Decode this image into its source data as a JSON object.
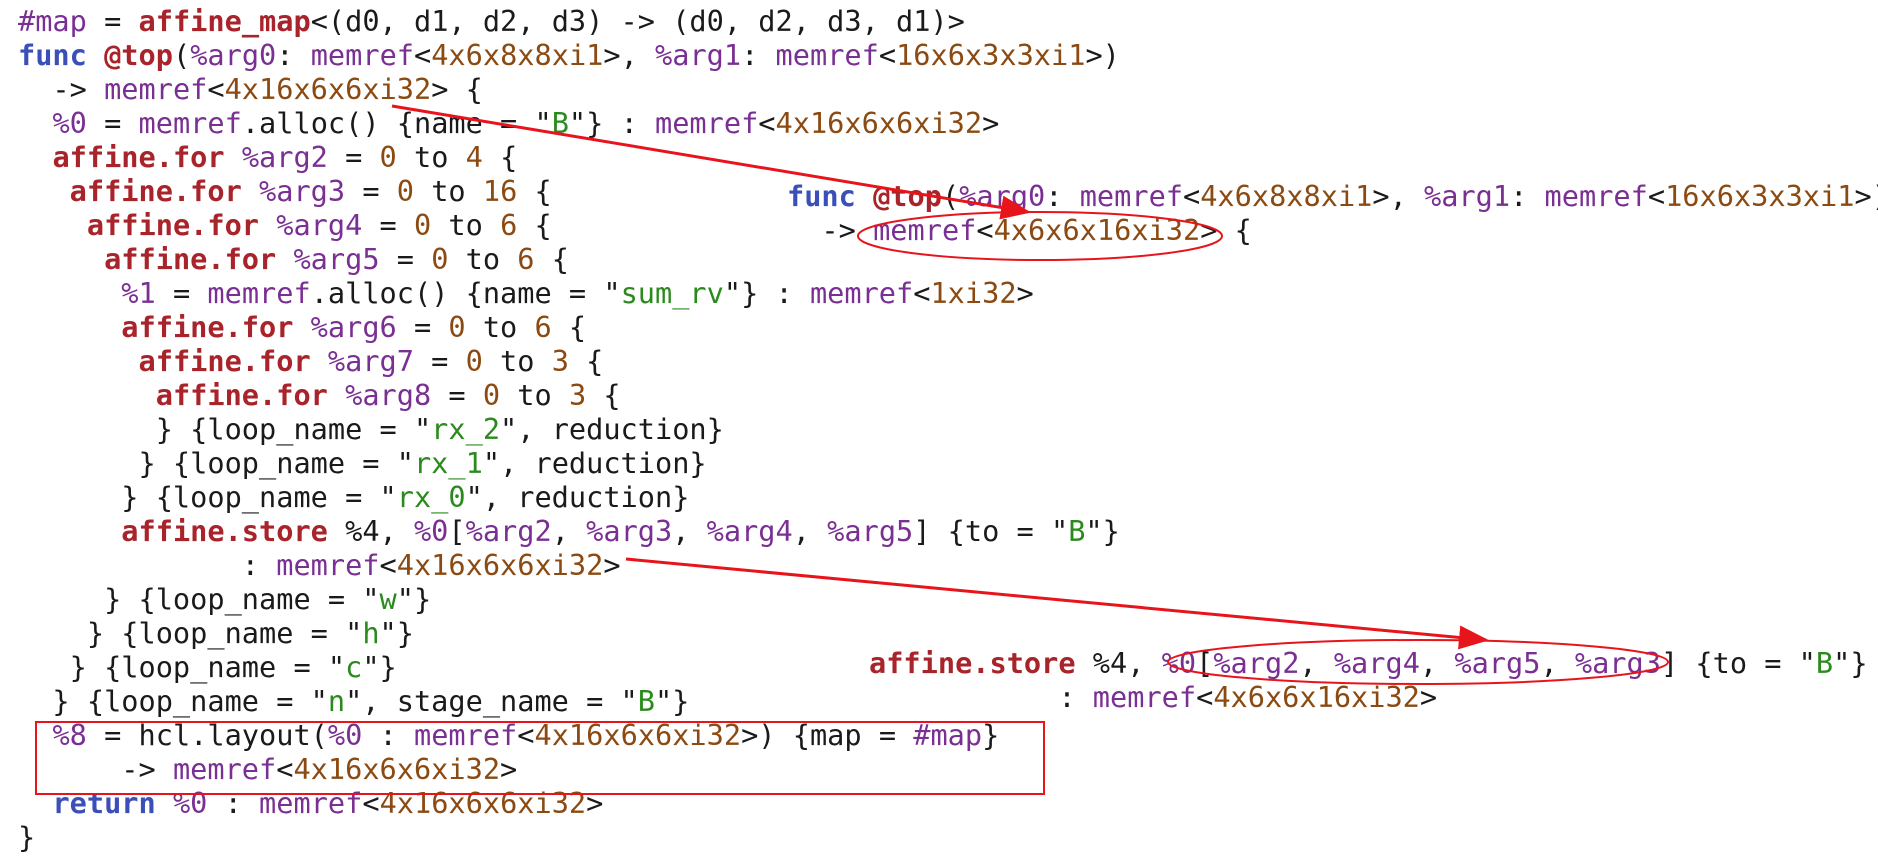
{
  "left_code": [
    [
      [
        "var",
        "#map"
      ],
      [
        "plain",
        " = "
      ],
      [
        "kw",
        "affine_map"
      ],
      [
        "plain",
        "<(d0, d1, d2, d3) -> (d0, d2, d3, d1)>"
      ]
    ],
    [
      [
        "fn",
        "func"
      ],
      [
        "plain",
        " "
      ],
      [
        "kw",
        "@top"
      ],
      [
        "plain",
        "("
      ],
      [
        "var",
        "%arg0"
      ],
      [
        "plain",
        ": "
      ],
      [
        "type",
        "memref"
      ],
      [
        "plain",
        "<"
      ],
      [
        "num",
        "4x6x8x8xi1"
      ],
      [
        "plain",
        ">, "
      ],
      [
        "var",
        "%arg1"
      ],
      [
        "plain",
        ": "
      ],
      [
        "type",
        "memref"
      ],
      [
        "plain",
        "<"
      ],
      [
        "num",
        "16x6x3x3xi1"
      ],
      [
        "plain",
        ">)"
      ]
    ],
    [
      [
        "plain",
        "  -> "
      ],
      [
        "type",
        "memref"
      ],
      [
        "plain",
        "<"
      ],
      [
        "num",
        "4x16x6x6xi32"
      ],
      [
        "plain",
        "> {"
      ]
    ],
    [
      [
        "plain",
        "  "
      ],
      [
        "var",
        "%0"
      ],
      [
        "plain",
        " = "
      ],
      [
        "type",
        "memref"
      ],
      [
        "plain",
        ".alloc() {name = \""
      ],
      [
        "str",
        "B"
      ],
      [
        "plain",
        "\"} : "
      ],
      [
        "type",
        "memref"
      ],
      [
        "plain",
        "<"
      ],
      [
        "num",
        "4x16x6x6xi32"
      ],
      [
        "plain",
        ">"
      ]
    ],
    [
      [
        "plain",
        "  "
      ],
      [
        "kw",
        "affine.for"
      ],
      [
        "plain",
        " "
      ],
      [
        "var",
        "%arg2"
      ],
      [
        "plain",
        " = "
      ],
      [
        "num",
        "0"
      ],
      [
        "plain",
        " to "
      ],
      [
        "num",
        "4"
      ],
      [
        "plain",
        " {"
      ]
    ],
    [
      [
        "plain",
        "   "
      ],
      [
        "kw",
        "affine.for"
      ],
      [
        "plain",
        " "
      ],
      [
        "var",
        "%arg3"
      ],
      [
        "plain",
        " = "
      ],
      [
        "num",
        "0"
      ],
      [
        "plain",
        " to "
      ],
      [
        "num",
        "16"
      ],
      [
        "plain",
        " {"
      ]
    ],
    [
      [
        "plain",
        "    "
      ],
      [
        "kw",
        "affine.for"
      ],
      [
        "plain",
        " "
      ],
      [
        "var",
        "%arg4"
      ],
      [
        "plain",
        " = "
      ],
      [
        "num",
        "0"
      ],
      [
        "plain",
        " to "
      ],
      [
        "num",
        "6"
      ],
      [
        "plain",
        " {"
      ]
    ],
    [
      [
        "plain",
        "     "
      ],
      [
        "kw",
        "affine.for"
      ],
      [
        "plain",
        " "
      ],
      [
        "var",
        "%arg5"
      ],
      [
        "plain",
        " = "
      ],
      [
        "num",
        "0"
      ],
      [
        "plain",
        " to "
      ],
      [
        "num",
        "6"
      ],
      [
        "plain",
        " {"
      ]
    ],
    [
      [
        "plain",
        "      "
      ],
      [
        "var",
        "%1"
      ],
      [
        "plain",
        " = "
      ],
      [
        "type",
        "memref"
      ],
      [
        "plain",
        ".alloc() {name = \""
      ],
      [
        "str",
        "sum_rv"
      ],
      [
        "plain",
        "\"} : "
      ],
      [
        "type",
        "memref"
      ],
      [
        "plain",
        "<"
      ],
      [
        "num",
        "1xi32"
      ],
      [
        "plain",
        ">"
      ]
    ],
    [
      [
        "plain",
        "      "
      ],
      [
        "kw",
        "affine.for"
      ],
      [
        "plain",
        " "
      ],
      [
        "var",
        "%arg6"
      ],
      [
        "plain",
        " = "
      ],
      [
        "num",
        "0"
      ],
      [
        "plain",
        " to "
      ],
      [
        "num",
        "6"
      ],
      [
        "plain",
        " {"
      ]
    ],
    [
      [
        "plain",
        "       "
      ],
      [
        "kw",
        "affine.for"
      ],
      [
        "plain",
        " "
      ],
      [
        "var",
        "%arg7"
      ],
      [
        "plain",
        " = "
      ],
      [
        "num",
        "0"
      ],
      [
        "plain",
        " to "
      ],
      [
        "num",
        "3"
      ],
      [
        "plain",
        " {"
      ]
    ],
    [
      [
        "plain",
        "        "
      ],
      [
        "kw",
        "affine.for"
      ],
      [
        "plain",
        " "
      ],
      [
        "var",
        "%arg8"
      ],
      [
        "plain",
        " = "
      ],
      [
        "num",
        "0"
      ],
      [
        "plain",
        " to "
      ],
      [
        "num",
        "3"
      ],
      [
        "plain",
        " {"
      ]
    ],
    [
      [
        "plain",
        "        } {loop_name = \""
      ],
      [
        "str",
        "rx_2"
      ],
      [
        "plain",
        "\", reduction}"
      ]
    ],
    [
      [
        "plain",
        "       } {loop_name = \""
      ],
      [
        "str",
        "rx_1"
      ],
      [
        "plain",
        "\", reduction}"
      ]
    ],
    [
      [
        "plain",
        "      } {loop_name = \""
      ],
      [
        "str",
        "rx_0"
      ],
      [
        "plain",
        "\", reduction}"
      ]
    ],
    [
      [
        "plain",
        "      "
      ],
      [
        "kw",
        "affine.store"
      ],
      [
        "plain",
        " %4, "
      ],
      [
        "var",
        "%0"
      ],
      [
        "plain",
        "["
      ],
      [
        "var",
        "%arg2"
      ],
      [
        "plain",
        ", "
      ],
      [
        "var",
        "%arg3"
      ],
      [
        "plain",
        ", "
      ],
      [
        "var",
        "%arg4"
      ],
      [
        "plain",
        ", "
      ],
      [
        "var",
        "%arg5"
      ],
      [
        "plain",
        "] {to = \""
      ],
      [
        "str",
        "B"
      ],
      [
        "plain",
        "\"}"
      ]
    ],
    [
      [
        "plain",
        "             : "
      ],
      [
        "type",
        "memref"
      ],
      [
        "plain",
        "<"
      ],
      [
        "num",
        "4x16x6x6xi32"
      ],
      [
        "plain",
        ">"
      ]
    ],
    [
      [
        "plain",
        "     } {loop_name = \""
      ],
      [
        "str",
        "w"
      ],
      [
        "plain",
        "\"}"
      ]
    ],
    [
      [
        "plain",
        "    } {loop_name = \""
      ],
      [
        "str",
        "h"
      ],
      [
        "plain",
        "\"}"
      ]
    ],
    [
      [
        "plain",
        "   } {loop_name = \""
      ],
      [
        "str",
        "c"
      ],
      [
        "plain",
        "\"}"
      ]
    ],
    [
      [
        "plain",
        "  } {loop_name = \""
      ],
      [
        "str",
        "n"
      ],
      [
        "plain",
        "\", stage_name = \""
      ],
      [
        "str",
        "B"
      ],
      [
        "plain",
        "\"}"
      ]
    ],
    [
      [
        "plain",
        "  "
      ],
      [
        "var",
        "%8"
      ],
      [
        "plain",
        " = hcl.layout("
      ],
      [
        "var",
        "%0"
      ],
      [
        "plain",
        " : "
      ],
      [
        "type",
        "memref"
      ],
      [
        "plain",
        "<"
      ],
      [
        "num",
        "4x16x6x6xi32"
      ],
      [
        "plain",
        ">) {map = "
      ],
      [
        "var",
        "#map"
      ],
      [
        "plain",
        "}"
      ]
    ],
    [
      [
        "plain",
        "      -> "
      ],
      [
        "type",
        "memref"
      ],
      [
        "plain",
        "<"
      ],
      [
        "num",
        "4x16x6x6xi32"
      ],
      [
        "plain",
        ">"
      ]
    ],
    [
      [
        "plain",
        "  "
      ],
      [
        "fn",
        "return"
      ],
      [
        "plain",
        " "
      ],
      [
        "var",
        "%0"
      ],
      [
        "plain",
        " : "
      ],
      [
        "type",
        "memref"
      ],
      [
        "plain",
        "<"
      ],
      [
        "num",
        "4x16x6x6xi32"
      ],
      [
        "plain",
        ">"
      ]
    ],
    [
      [
        "plain",
        "}"
      ]
    ]
  ],
  "right_top_code": [
    [
      [
        "fn",
        "func"
      ],
      [
        "plain",
        " "
      ],
      [
        "kw",
        "@top"
      ],
      [
        "plain",
        "("
      ],
      [
        "var",
        "%arg0"
      ],
      [
        "plain",
        ": "
      ],
      [
        "type",
        "memref"
      ],
      [
        "plain",
        "<"
      ],
      [
        "num",
        "4x6x8x8xi1"
      ],
      [
        "plain",
        ">, "
      ],
      [
        "var",
        "%arg1"
      ],
      [
        "plain",
        ": "
      ],
      [
        "type",
        "memref"
      ],
      [
        "plain",
        "<"
      ],
      [
        "num",
        "16x6x3x3xi1"
      ],
      [
        "plain",
        ">)"
      ]
    ],
    [
      [
        "plain",
        "  -> "
      ],
      [
        "type",
        "memref"
      ],
      [
        "plain",
        "<"
      ],
      [
        "num",
        "4x6x6x16xi32"
      ],
      [
        "plain",
        "> {"
      ]
    ]
  ],
  "right_bottom_code": [
    [
      [
        "kw",
        "affine.store"
      ],
      [
        "plain",
        " %4, "
      ],
      [
        "var",
        "%0"
      ],
      [
        "plain",
        "["
      ],
      [
        "var",
        "%arg2"
      ],
      [
        "plain",
        ", "
      ],
      [
        "var",
        "%arg4"
      ],
      [
        "plain",
        ", "
      ],
      [
        "var",
        "%arg5"
      ],
      [
        "plain",
        ", "
      ],
      [
        "var",
        "%arg3"
      ],
      [
        "plain",
        "] {to = \""
      ],
      [
        "str",
        "B"
      ],
      [
        "plain",
        "\"}"
      ]
    ],
    [
      [
        "plain",
        "           : "
      ],
      [
        "type",
        "memref"
      ],
      [
        "plain",
        "<"
      ],
      [
        "num",
        "4x6x6x16xi32"
      ],
      [
        "plain",
        ">"
      ]
    ]
  ],
  "colors": {
    "keyword": "#a8232a",
    "function": "#3a4fb8",
    "variable": "#7a2f93",
    "number": "#8b4a12",
    "string": "#2b8a1e",
    "annotation": "#e8141b"
  }
}
